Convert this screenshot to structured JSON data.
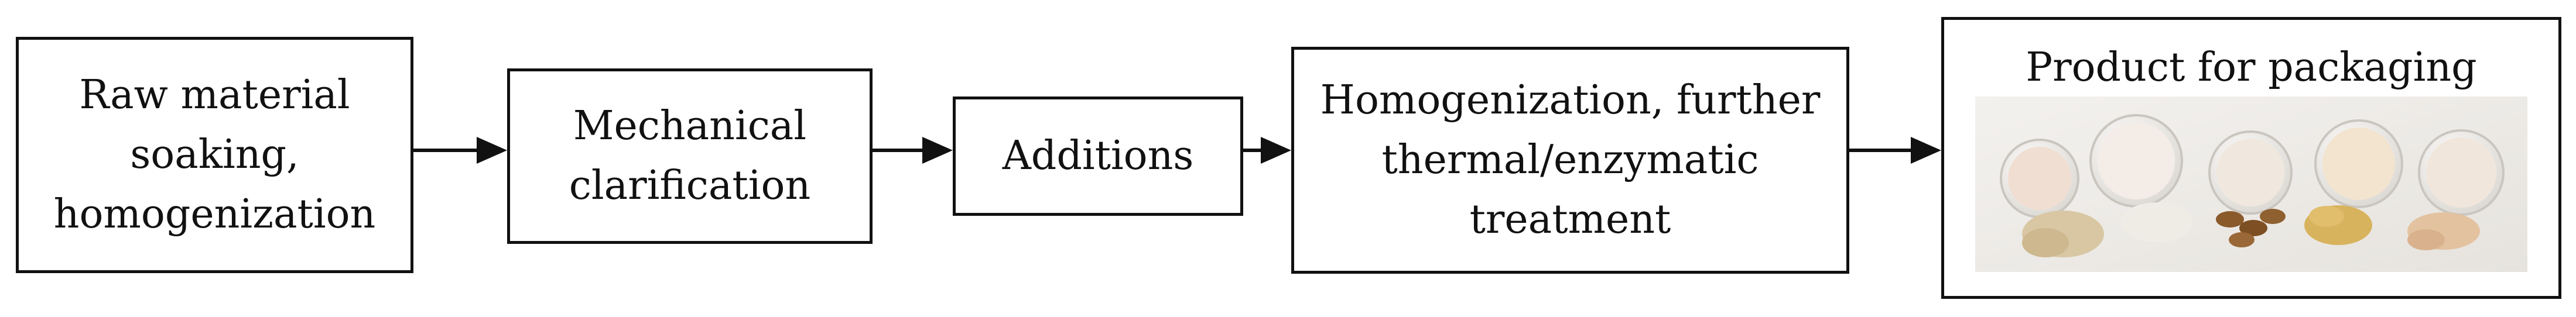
{
  "diagram": {
    "steps": [
      {
        "lines": [
          "Raw material",
          "soaking,",
          "homogenization"
        ]
      },
      {
        "lines": [
          "Mechanical",
          "clarification"
        ]
      },
      {
        "lines": [
          "Additions"
        ]
      },
      {
        "lines": [
          "Homogenization, further",
          "thermal/enzymatic",
          "treatment"
        ]
      },
      {
        "lines": [
          "Product for packaging"
        ]
      }
    ]
  },
  "colors": {
    "stroke": "#111111",
    "background": "#ffffff"
  }
}
